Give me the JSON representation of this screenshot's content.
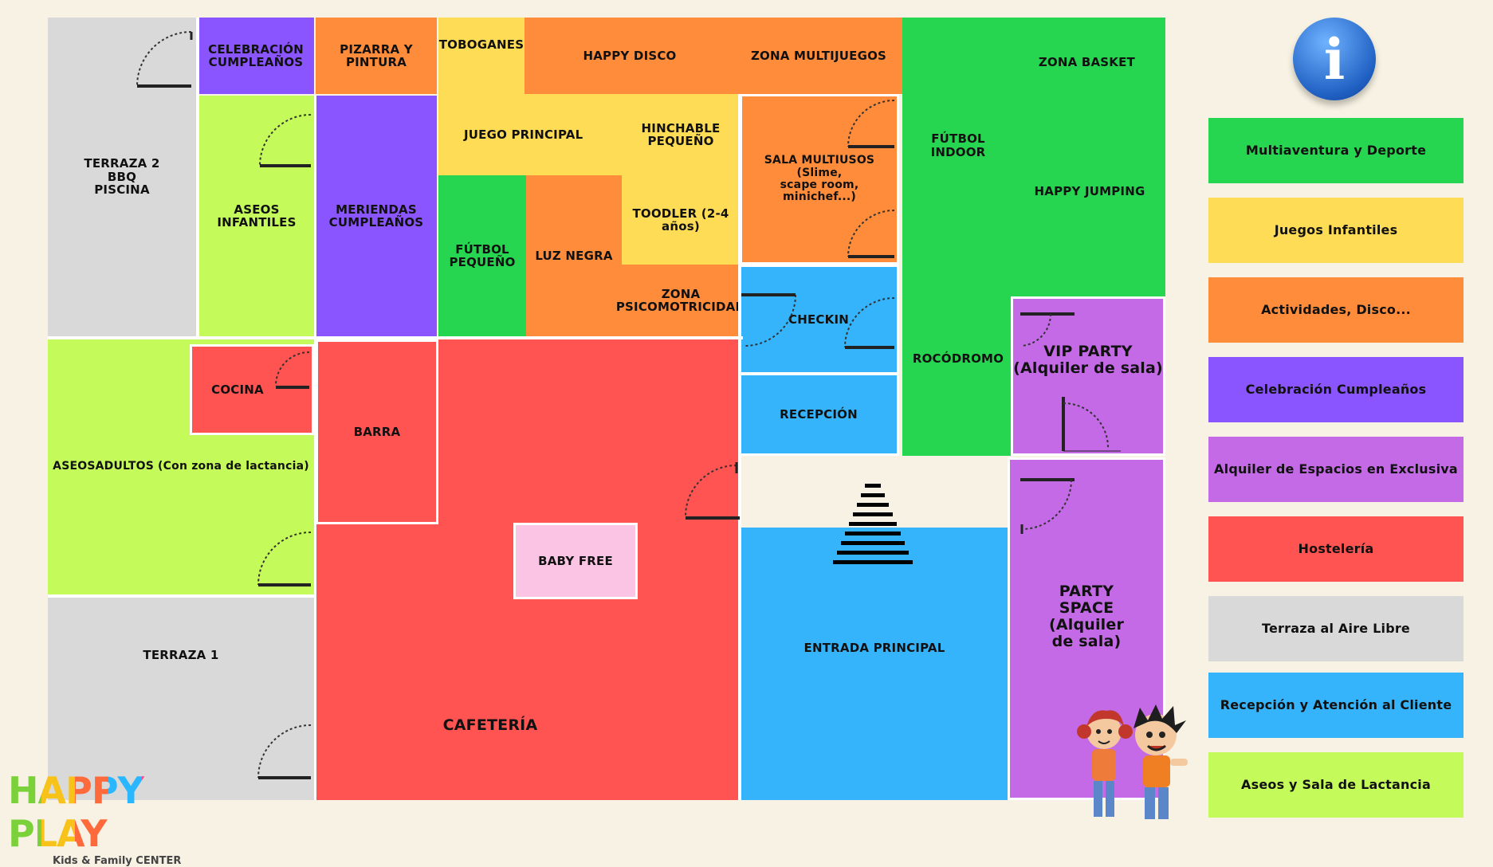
{
  "rooms": {
    "terraza2": "TERRAZA 2\nBBQ\nPISCINA",
    "celebracion": "CELEBRACIÓN\nCUMPLEAÑOS",
    "pizarra": "PIZARRA Y\nPINTURA",
    "toboganes": "TOBOGANES",
    "happy_disco": "HAPPY DISCO",
    "zona_multijuegos": "ZONA MULTIJUEGOS",
    "zona_basket": "ZONA BASKET",
    "aseos_infantiles": "ASEOS\nINFANTILES",
    "meriendas": "MERIENDAS\nCUMPLEAÑOS",
    "juego_principal": "JUEGO PRINCIPAL",
    "hinchable": "HINCHABLE\nPEQUEÑO",
    "sala_multiusos": "SALA MULTIUSOS (Slime,\nscape room, minichef...)",
    "futbol_indoor": "FÚTBOL INDOOR",
    "happy_jumping": "HAPPY JUMPING",
    "futbol_pequeno": "FÚTBOL\nPEQUEÑO",
    "luz_negra": "LUZ NEGRA",
    "toodler": "TOODLER (2-4\naños)",
    "psicomotricidad": "ZONA\nPSICOMOTRICIDAD",
    "checkin": "CHECKIN",
    "rocodromo": "ROCÓDROMO",
    "vip_party": "VIP PARTY\n(Alquiler de sala)",
    "cocina": "COCINA",
    "barra": "BARRA",
    "recepcion": "RECEPCIÓN",
    "aseos_adultos": "ASEOSADULTOS (Con zona de lactancia)",
    "baby_free": "BABY FREE",
    "terraza1": "TERRAZA 1",
    "cafeteria": "CAFETERÍA",
    "entrada_principal": "ENTRADA PRINCIPAL",
    "party_space": "PARTY\nSPACE\n(Alquiler\nde sala)"
  },
  "legend": [
    {
      "label": "Multiaventura y Deporte",
      "color": "#27d650"
    },
    {
      "label": "Juegos Infantiles",
      "color": "#ffdc55"
    },
    {
      "label": "Actividades, Disco...",
      "color": "#ff8c3a"
    },
    {
      "label": "Celebración Cumpleaños",
      "color": "#8a54ff"
    },
    {
      "label": "Alquiler de Espacios en Exclusiva",
      "color": "#c46ae6"
    },
    {
      "label": "Hostelería",
      "color": "#ff5452"
    },
    {
      "label": "Terraza al Aire Libre",
      "color": "#d9d9d9"
    },
    {
      "label": "Recepción y Atención al Cliente",
      "color": "#36b4fb"
    },
    {
      "label": "Aseos y Sala de Lactancia",
      "color": "#c4fa5a"
    }
  ],
  "logo": {
    "brand": "HAPPY PLAY",
    "tagline": "Kids & Family CENTER"
  },
  "icons": {
    "info": "info-icon",
    "stairs": "stairs-icon",
    "kids": "kids-illustration"
  }
}
